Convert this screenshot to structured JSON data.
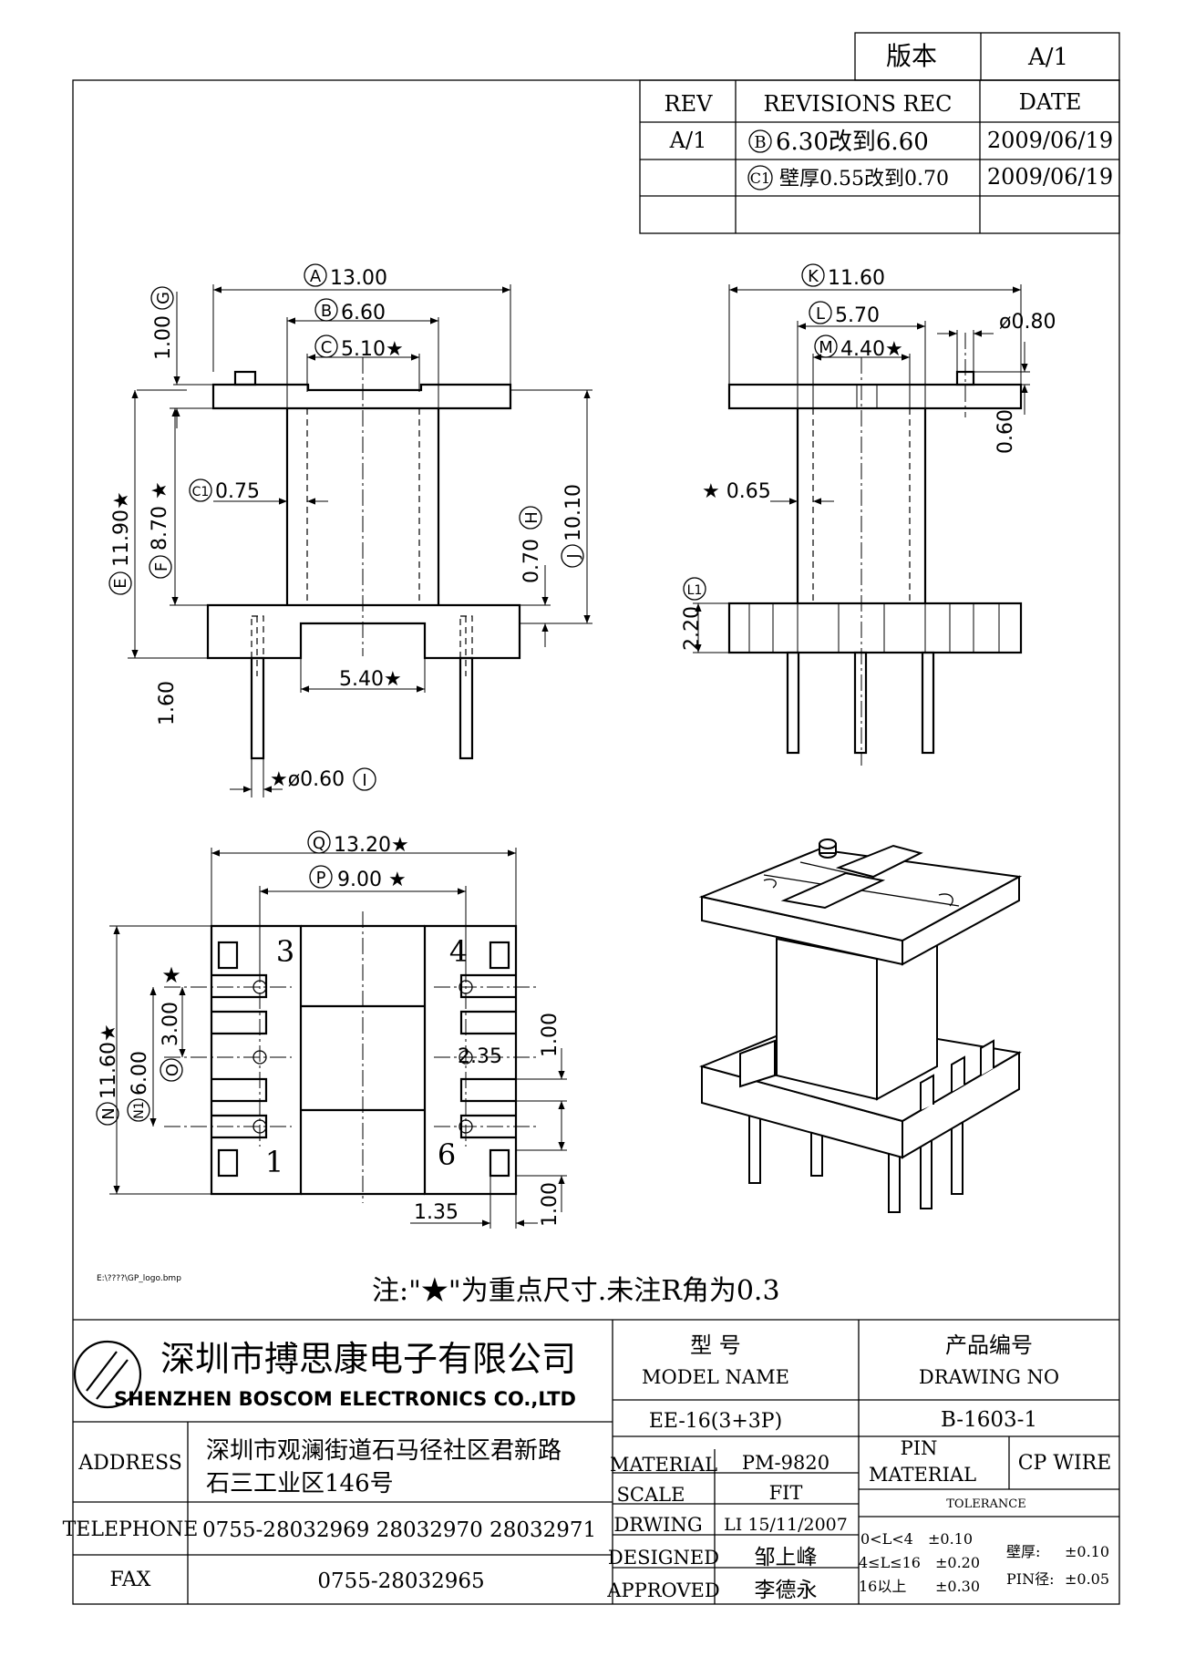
{
  "version": {
    "label": "版本",
    "value": "A/1"
  },
  "revisions": {
    "headers": {
      "rev": "REV",
      "rec": "REVISIONS REC",
      "date": "DATE"
    },
    "rows": [
      {
        "rev": "A/1",
        "mark": "B",
        "text": "6.30改到6.60",
        "date": "2009/06/19"
      },
      {
        "rev": "",
        "mark": "C1",
        "text": "壁厚0.55改到0.70",
        "date": "2009/06/19"
      }
    ]
  },
  "dims": {
    "A": "13.00",
    "B": "6.60",
    "C": "5.10★",
    "C1": "0.75",
    "E": "11.90★",
    "F": "8.70 ★",
    "G": "1.00",
    "H": "0.70",
    "J": "10.10",
    "I": "★ø0.60",
    "pin_offset": "1.60",
    "span": "5.40★",
    "K": "11.60",
    "L": "5.70",
    "M": "4.40★",
    "pin_d": "ø0.80",
    "top_t": "0.60",
    "wall": "★ 0.65",
    "L1": "2.20",
    "Q": "13.20★",
    "P": "9.00 ★",
    "N": "11.60★",
    "N1": "6.00",
    "O": "",
    "pitch": "3.00",
    "slot": "1.00",
    "slot2": "1.00",
    "r": "2.35",
    "edge": "1.35"
  },
  "dim_letters": [
    "A",
    "B",
    "C",
    "C1",
    "E",
    "F",
    "G",
    "H",
    "J",
    "I",
    "K",
    "L",
    "M",
    "L1",
    "Q",
    "P",
    "N",
    "N1",
    "O"
  ],
  "pins": {
    "p3": "3",
    "p4": "4",
    "p1": "1",
    "p6": "6"
  },
  "logo_path": "E:\\????\\GP_logo.bmp",
  "note": "注:\"★\"为重点尺寸.未注R角为0.3",
  "company": {
    "cn": "深圳市搏思康电子有限公司",
    "en": "SHENZHEN BOSCOM ELECTRONICS CO.,LTD"
  },
  "address": {
    "label": "ADDRESS",
    "line1": "深圳市观澜街道石马径社区君新路",
    "line2": "石三工业区146号"
  },
  "telephone": {
    "label": "TELEPHONE",
    "value": "0755-28032969 28032970 28032971"
  },
  "fax": {
    "label": "FAX",
    "value": "0755-28032965"
  },
  "model": {
    "label_cn": "型    号",
    "label_en": "MODEL NAME",
    "value": "EE-16(3+3P)"
  },
  "drawing": {
    "label_cn": "产品编号",
    "label_en": "DRAWING NO",
    "value": "B-1603-1"
  },
  "material": {
    "label": "MATERIAL",
    "value": "PM-9820"
  },
  "scale": {
    "label": "SCALE",
    "value": "FIT"
  },
  "drwing": {
    "label": "DRWING",
    "value": "LI 15/11/2007"
  },
  "designed": {
    "label": "DESIGNED",
    "value": "邹上峰"
  },
  "approved": {
    "label": "APPROVED",
    "value": "李德永"
  },
  "pin_material": {
    "label1": "PIN",
    "label2": "MATERIAL",
    "value": "CP WIRE"
  },
  "tolerance": {
    "title": "TOLERANCE",
    "rows": [
      {
        "range": "0<L<4",
        "tol": "±0.10"
      },
      {
        "range": "4≤L≤16",
        "tol": "±0.20"
      },
      {
        "range": "16以上",
        "tol": "±0.30"
      }
    ],
    "wall": {
      "label": "壁厚:",
      "tol": "±0.10"
    },
    "pin": {
      "label": "PIN径:",
      "tol": "±0.05"
    }
  }
}
